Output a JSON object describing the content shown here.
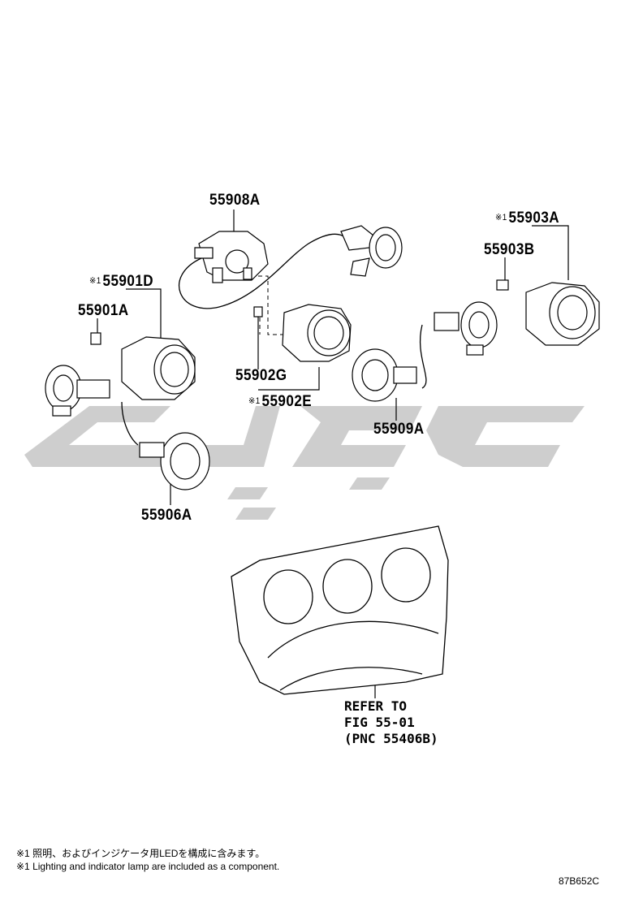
{
  "parts": {
    "p55908A": "55908A",
    "p55903A": "55903A",
    "p55903B": "55903B",
    "p55901D": "55901D",
    "p55901A": "55901A",
    "p55902G": "55902G",
    "p55902E": "55902E",
    "p55909A": "55909A",
    "p55906A": "55906A"
  },
  "marker": "※1",
  "refer": {
    "line1": "REFER TO",
    "line2": "FIG 55-01",
    "line3": "(PNC 55406B)"
  },
  "footnotes": {
    "jp": "※1 照明、およびインジケータ用LEDを構成に含みます。",
    "en": "※1 Lighting and indicator lamp are included as a component."
  },
  "figure_code": "87B652C",
  "colors": {
    "line": "#000000",
    "watermark": "#c8c8c8"
  }
}
